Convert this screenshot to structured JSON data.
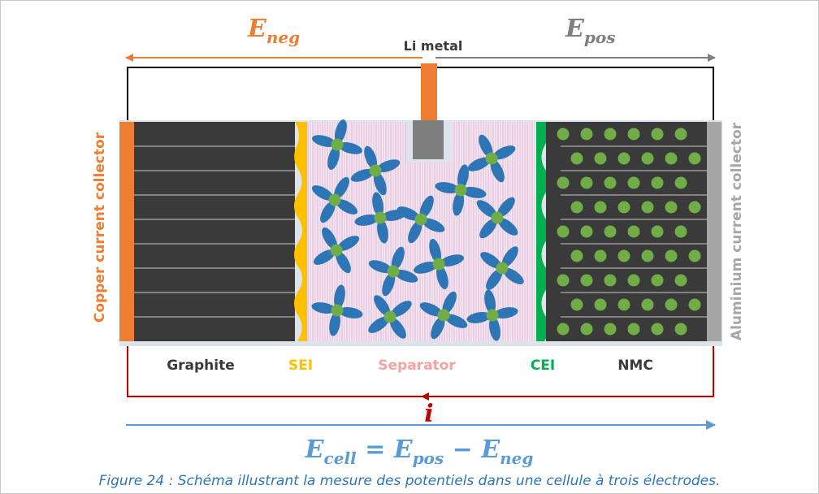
{
  "top": {
    "e_neg": {
      "main": "E",
      "sub": "neg"
    },
    "e_pos": {
      "main": "E",
      "sub": "pos"
    },
    "li_metal": "Li metal"
  },
  "labels": {
    "copper": "Copper current collector",
    "aluminium": "Aluminium current collector",
    "graphite": "Graphite",
    "sei": "SEI",
    "separator": "Separator",
    "cei": "CEI",
    "nmc": "NMC"
  },
  "current": {
    "symbol": "i"
  },
  "cell_equation": {
    "e": "E",
    "cell": "cell",
    "eq": " = ",
    "pos": "pos",
    "minus": " − ",
    "neg": "neg"
  },
  "caption": "Figure 24 : Schéma illustrant la mesure des potentiels dans une cellule à trois électrodes.",
  "colors": {
    "orange": "#ed7d31",
    "gray": "#7f7f7f",
    "dark": "#3a3a3a",
    "sei": "#ffc000",
    "cei": "#00b050",
    "separator": "#f3b0b0",
    "red": "#c00000",
    "blue": "#5b9bd5",
    "sphere": "#70ad47",
    "petal": "#2e75b6"
  }
}
